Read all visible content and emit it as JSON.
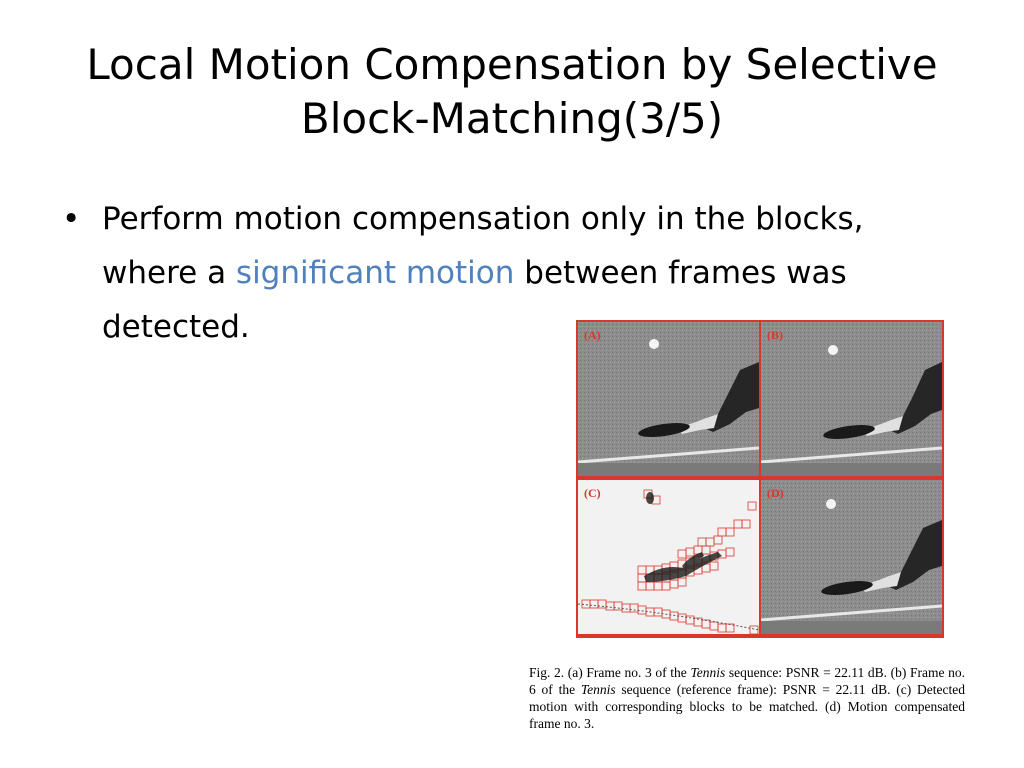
{
  "slide": {
    "title": "Local Motion Compensation by Selective Block-Matching(3/5)",
    "bullet": {
      "before": "Perform motion compensation only in the blocks, where a ",
      "highlight": "significant motion",
      "after": " between frames was detected."
    },
    "highlight_color": "#4f81bd"
  },
  "figure": {
    "frame_color": "#d8382b",
    "panels": [
      {
        "label": "(A)",
        "content": "photo"
      },
      {
        "label": "(B)",
        "content": "photo"
      },
      {
        "label": "(C)",
        "content": "detected-blocks"
      },
      {
        "label": "(D)",
        "content": "photo"
      }
    ],
    "caption": {
      "p1": "Fig. 2.   (a) Frame no. 3 of the ",
      "seq1": "Tennis",
      "p2": " sequence: PSNR = 22.11 dB. (b) Frame no. 6 of the ",
      "seq2": "Tennis",
      "p3": " sequence (reference frame): PSNR = 22.11 dB. (c) Detected motion with corresponding blocks to be matched. (d) Motion compensated frame no. 3."
    }
  }
}
